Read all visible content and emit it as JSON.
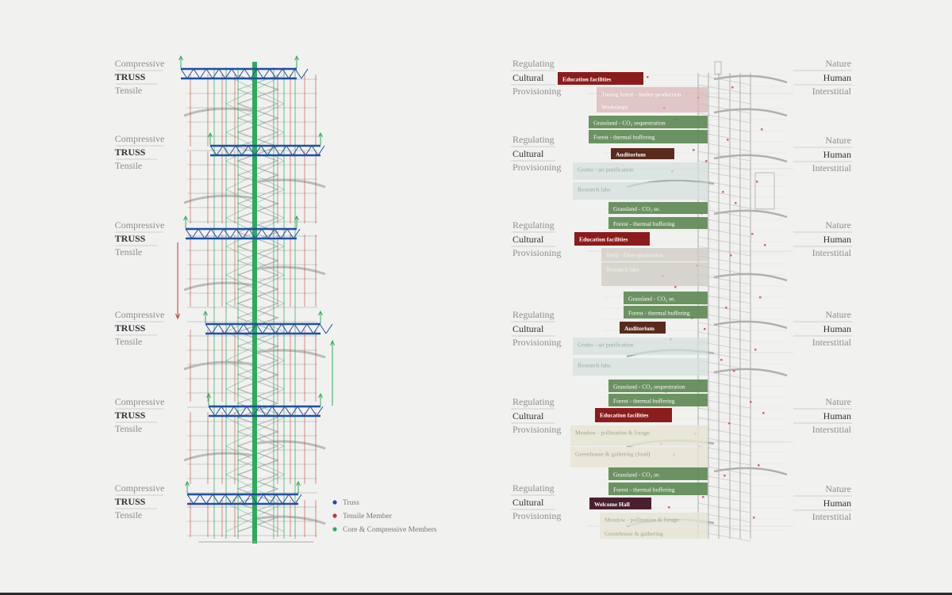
{
  "left": {
    "levels": [
      {
        "top": "Compressive",
        "mid": "TRUSS",
        "bot": "Tensile"
      },
      {
        "top": "Compressive",
        "mid": "TRUSS",
        "bot": "Tensile"
      },
      {
        "top": "Compressive",
        "mid": "TRUSS",
        "bot": "Tensile"
      },
      {
        "top": "Compressive",
        "mid": "TRUSS",
        "bot": "Tensile"
      },
      {
        "top": "Compressive",
        "mid": "TRUSS",
        "bot": "Tensile"
      },
      {
        "top": "Compressive",
        "mid": "TRUSS",
        "bot": "Tensile"
      }
    ],
    "legend": [
      {
        "label": "Truss",
        "color": "#1f4fa0"
      },
      {
        "label": "Tensile Member",
        "color": "#c0392b"
      },
      {
        "label": "Core & Compressive Members",
        "color": "#2faa5a"
      }
    ]
  },
  "right": {
    "left_labels": [
      {
        "top": "Regulating",
        "mid": "Cultural",
        "bot": "Provisioning"
      },
      {
        "top": "Regulating",
        "mid": "Cultural",
        "bot": "Provisioning"
      },
      {
        "top": "Regulating",
        "mid": "Cultural",
        "bot": "Provisioning"
      },
      {
        "top": "Regulating",
        "mid": "Cultural",
        "bot": "Provisioning"
      },
      {
        "top": "Regulating",
        "mid": "Cultural",
        "bot": "Provisioning"
      },
      {
        "top": "Regulating",
        "mid": "Cultural",
        "bot": "Provisioning"
      }
    ],
    "right_labels": [
      {
        "top": "Nature",
        "mid": "Human",
        "bot": "Interstitial"
      },
      {
        "top": "Nature",
        "mid": "Human",
        "bot": "Interstitial"
      },
      {
        "top": "Nature",
        "mid": "Human",
        "bot": "Interstitial"
      },
      {
        "top": "Nature",
        "mid": "Human",
        "bot": "Interstitial"
      },
      {
        "top": "Nature",
        "mid": "Human",
        "bot": "Interstitial"
      },
      {
        "top": "Nature",
        "mid": "Human",
        "bot": "Interstitial"
      }
    ],
    "programs": [
      {
        "label": "Education facilities",
        "kind": "edu"
      },
      {
        "label": "Tuning forest - timber production",
        "kind": "pale-red"
      },
      {
        "label": "Workshops",
        "kind": "pale-red"
      },
      {
        "label": "Grassland - CO₂ sequestration",
        "kind": "green"
      },
      {
        "label": "Forest - thermal buffering",
        "kind": "green"
      },
      {
        "label": "Auditorium",
        "kind": "audit"
      },
      {
        "label": "Grotto - air purification",
        "kind": "pale-blue"
      },
      {
        "label": "Research labs",
        "kind": "pale-blue"
      },
      {
        "label": "Grassland - CO₂ se.",
        "kind": "green"
      },
      {
        "label": "Forest - thermal buffering",
        "kind": "green"
      },
      {
        "label": "Education facilities",
        "kind": "edu"
      },
      {
        "label": "Field - Fibre production",
        "kind": "pale-grey"
      },
      {
        "label": "Research labs",
        "kind": "pale-grey"
      },
      {
        "label": "Grassland - CO₂ se.",
        "kind": "green"
      },
      {
        "label": "Forest - thermal buffering",
        "kind": "green"
      },
      {
        "label": "Auditorium",
        "kind": "audit"
      },
      {
        "label": "Grotto - air purification",
        "kind": "pale-blue"
      },
      {
        "label": "Research labs",
        "kind": "pale-blue"
      },
      {
        "label": "Grassland - CO₂ sequestration",
        "kind": "green"
      },
      {
        "label": "Forest - thermal buffering",
        "kind": "green"
      },
      {
        "label": "Education facilities",
        "kind": "edu"
      },
      {
        "label": "Meadow - pollination & forage",
        "kind": "pale-yellow"
      },
      {
        "label": "Greenhouse & gathering (food)",
        "kind": "pale-yellow"
      },
      {
        "label": "Grassland - CO₂ se.",
        "kind": "green"
      },
      {
        "label": "Forest - thermal buffering",
        "kind": "green"
      },
      {
        "label": "Welcome Hall",
        "kind": "welcome"
      },
      {
        "label": "Meadow - pollination & forage",
        "kind": "pale-yellow"
      },
      {
        "label": "Greenhouse & gathering",
        "kind": "pale-yellow"
      }
    ]
  },
  "colors": {
    "truss": "#1f4fa0",
    "tensile": "#c0392b",
    "core": "#2faa5a",
    "edu": "#8b1c1c",
    "audit": "#5a2a1c",
    "welcome": "#4a2030",
    "green": "#5f8a55"
  }
}
